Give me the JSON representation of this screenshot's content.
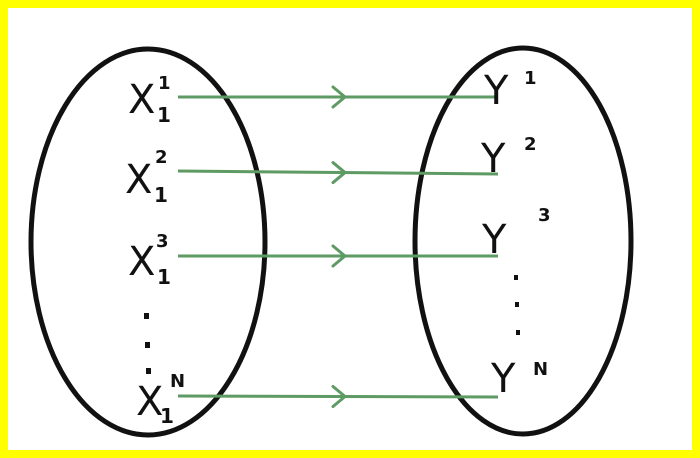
{
  "frame": {
    "border_color": "#ffff00",
    "background": "#ffffff"
  },
  "colors": {
    "ellipse_stroke": "#111111",
    "arrow": "#5e9a63"
  },
  "domain": {
    "items": [
      {
        "base": "X",
        "sub": "1",
        "sup": "1"
      },
      {
        "base": "X",
        "sub": "1",
        "sup": "2"
      },
      {
        "base": "X",
        "sub": "1",
        "sup": "3"
      },
      {
        "base": "X",
        "sub": "1",
        "sup": "N"
      }
    ]
  },
  "codomain": {
    "items": [
      {
        "base": "Y",
        "sup": "1"
      },
      {
        "base": "Y",
        "sup": "2"
      },
      {
        "base": "Y",
        "sup": "3"
      },
      {
        "base": "Y",
        "sup": "N"
      }
    ]
  },
  "mappings": [
    {
      "from": 0,
      "to": 0
    },
    {
      "from": 1,
      "to": 1
    },
    {
      "from": 2,
      "to": 2
    },
    {
      "from": 3,
      "to": 3
    }
  ]
}
